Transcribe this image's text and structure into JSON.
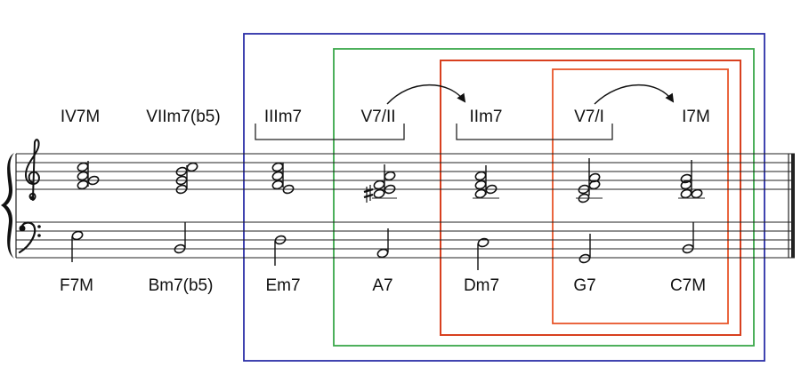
{
  "roman_numerals": [
    "IV7M",
    "VIIm7(b5)",
    "IIIm7",
    "V7/II",
    "IIm7",
    "V7/I",
    "I7M"
  ],
  "chord_names": [
    "F7M",
    "Bm7(b5)",
    "Em7",
    "A7",
    "Dm7",
    "G7",
    "C7M"
  ],
  "colors": {
    "box_outer": "#2b2fa8",
    "box_middle": "#3aa84a",
    "box_inner1": "#d8401f",
    "box_inner2": "#e8552a",
    "ink": "#111111"
  },
  "icons": {
    "treble": "treble-clef-icon",
    "bass": "bass-clef-icon",
    "brace": "brace-icon",
    "sharp": "sharp-icon"
  }
}
